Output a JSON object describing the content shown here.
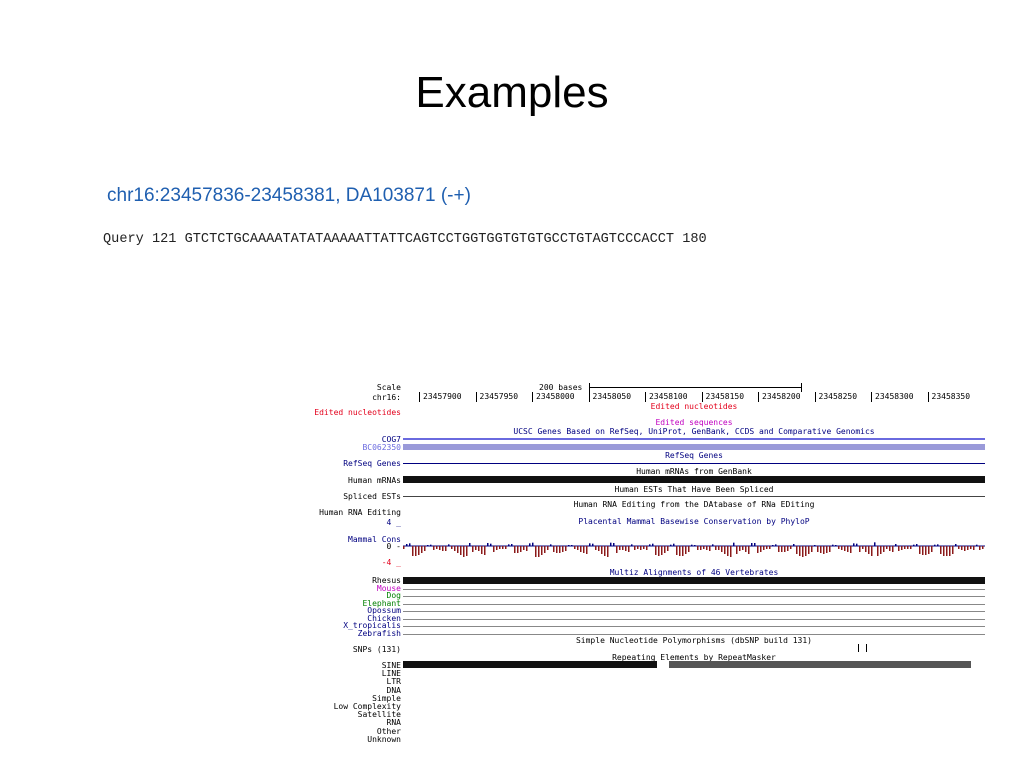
{
  "slide": {
    "title": "Examples",
    "subtitle": "chr16:23457836-23458381, DA103871 (-+)"
  },
  "alignment": [
    {
      "label": "Query",
      "start": "121",
      "seq": [
        {
          "t": "GTCTCTGCAAAATATATAAAAATTATTCAGTCCTGGTGGTGTGTGCCTGTAGTCCCACCT",
          "r": false
        }
      ],
      "end": "180"
    }
  ],
  "browser": {
    "scale_label": "Scale",
    "chrom_label": "chr16:",
    "scale_text": "200 bases",
    "positions": [
      "23457900",
      "23457950",
      "23458000",
      "23458050",
      "23458100",
      "23458150",
      "23458200",
      "23458250",
      "23458300",
      "23458350"
    ],
    "left_labels": {
      "edited": "Edited nucleotides",
      "cog7": "COG7",
      "bc": "BC062350",
      "refseq": "RefSeq Genes",
      "mrna": "Human mRNAs",
      "spliced": "Spliced ESTs",
      "rna_editing": "Human RNA Editing",
      "val4": "4 _",
      "mcons": "Mammal Cons",
      "val0": "0 -",
      "valm4": "-4 _",
      "snps": "SNPs (131)"
    },
    "track_titles": {
      "edited_nuc": "Edited nucleotides",
      "edited_seq": "Edited sequences",
      "ucsc": "UCSC Genes Based on RefSeq, UniProt, GenBank, CCDS and Comparative Genomics",
      "refseq": "RefSeq Genes",
      "mrna": "Human mRNAs from GenBank",
      "ests": "Human ESTs That Have Been Spliced",
      "rna_edit": "Human RNA Editing from the DAtabase of RNa EDiting",
      "placental": "Placental Mammal Basewise Conservation by PhyloP",
      "multiz": "Multiz Alignments of 46 Vertebrates",
      "snp": "Simple Nucleotide Polymorphisms (dbSNP build 131)",
      "repeat": "Repeating Elements by RepeatMasker"
    },
    "species": [
      "Rhesus",
      "Mouse",
      "Dog",
      "Elephant",
      "Opossum",
      "Chicken",
      "X_tropicalis",
      "Zebrafish"
    ],
    "repeats": [
      "SINE",
      "LINE",
      "LTR",
      "DNA",
      "Simple",
      "Low Complexity",
      "Satellite",
      "RNA",
      "Other",
      "Unknown"
    ]
  },
  "colors": {
    "red": "#e3001b",
    "link": "#1f5fb0",
    "navy": "#000080"
  }
}
